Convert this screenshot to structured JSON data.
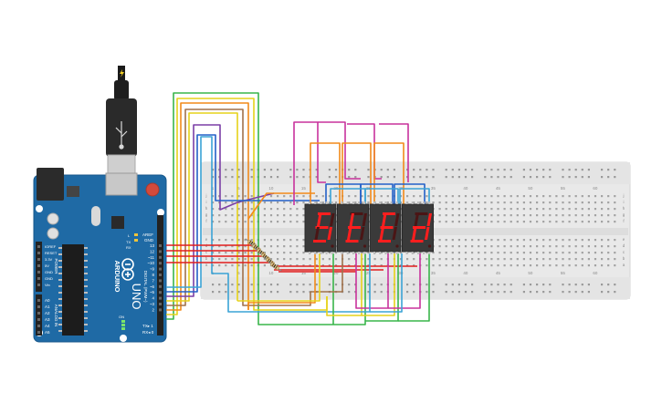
{
  "arduino": {
    "brand": "ARDUINO",
    "model": "UNO",
    "labels": {
      "aref": "AREF",
      "gnd": "GND",
      "digital": "DIGITAL (PWM~)",
      "tx": "TX▸ 1",
      "rx": "RX◂ 0",
      "power": "POWER",
      "analog": "ANALOG IN",
      "on": "ON",
      "l": "L",
      "tx_led": "TX",
      "rx_led": "RX"
    },
    "digital_pins": [
      "13",
      "12",
      "~11",
      "~10",
      "~9",
      "8",
      "7",
      "~6",
      "~5",
      "4",
      "~3",
      "2"
    ],
    "power_pins": [
      "IOREF",
      "RESET",
      "3.3V",
      "5V",
      "GND",
      "GND",
      "Vin"
    ],
    "analog_pins": [
      "A0",
      "A1",
      "A2",
      "A3",
      "A4",
      "A5"
    ]
  },
  "breadboard": {
    "row_letters_top": [
      "j",
      "i",
      "h",
      "g",
      "f"
    ],
    "row_letters_bottom": [
      "e",
      "d",
      "c",
      "b",
      "a"
    ],
    "column_numbers": [
      "1",
      "5",
      "10",
      "15",
      "20",
      "25",
      "30",
      "35",
      "40",
      "45",
      "50",
      "55",
      "60"
    ]
  },
  "displays": {
    "characters": [
      "S",
      "t",
      "E",
      "d"
    ],
    "segment_color": "#ff1e1e",
    "off_color": "#4a1515"
  },
  "colors": {
    "board": "#1f6aa5",
    "breadboard": "#e9e9e9",
    "wire_red": "#e11d1d",
    "wire_magenta": "#c8329c",
    "wire_orange": "#f28a1a",
    "wire_green": "#39b54a",
    "wire_yellow": "#e6d21a",
    "wire_cyan": "#3aa3d6",
    "wire_purple": "#7b3fa6",
    "wire_brown": "#a0714b",
    "wire_blue": "#2360c8"
  }
}
